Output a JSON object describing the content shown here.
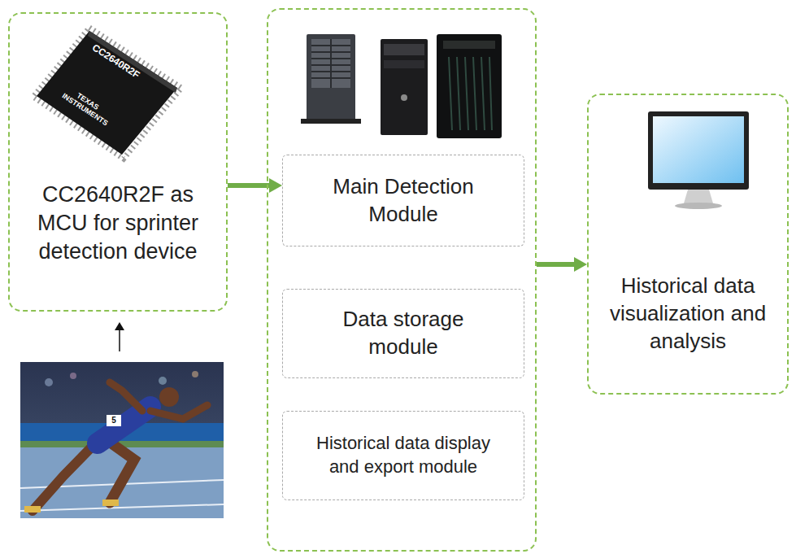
{
  "diagram": {
    "nodes": [
      {
        "text": [
          "CC2640R2F as MCU for sprinter detection device"
        ]
      },
      {
        "text": []
      },
      {
        "text": [
          "Main Detection Module"
        ],
        "in": 1
      },
      {
        "text": [
          "Data storage module"
        ],
        "in": 1
      },
      {
        "text": [
          "Historical data display and export module"
        ],
        "in": 1
      },
      {
        "text": [
          "Historical data visualization and analysis"
        ]
      }
    ],
    "edges": [
      {
        "from": 0,
        "to": 2,
        "arrow": "to"
      },
      {
        "from": 1,
        "to": 5,
        "arrow": "to"
      }
    ],
    "labels": [
      "CC2640R2F",
      "TEXAS INSTRUMENTS",
      "5"
    ]
  }
}
